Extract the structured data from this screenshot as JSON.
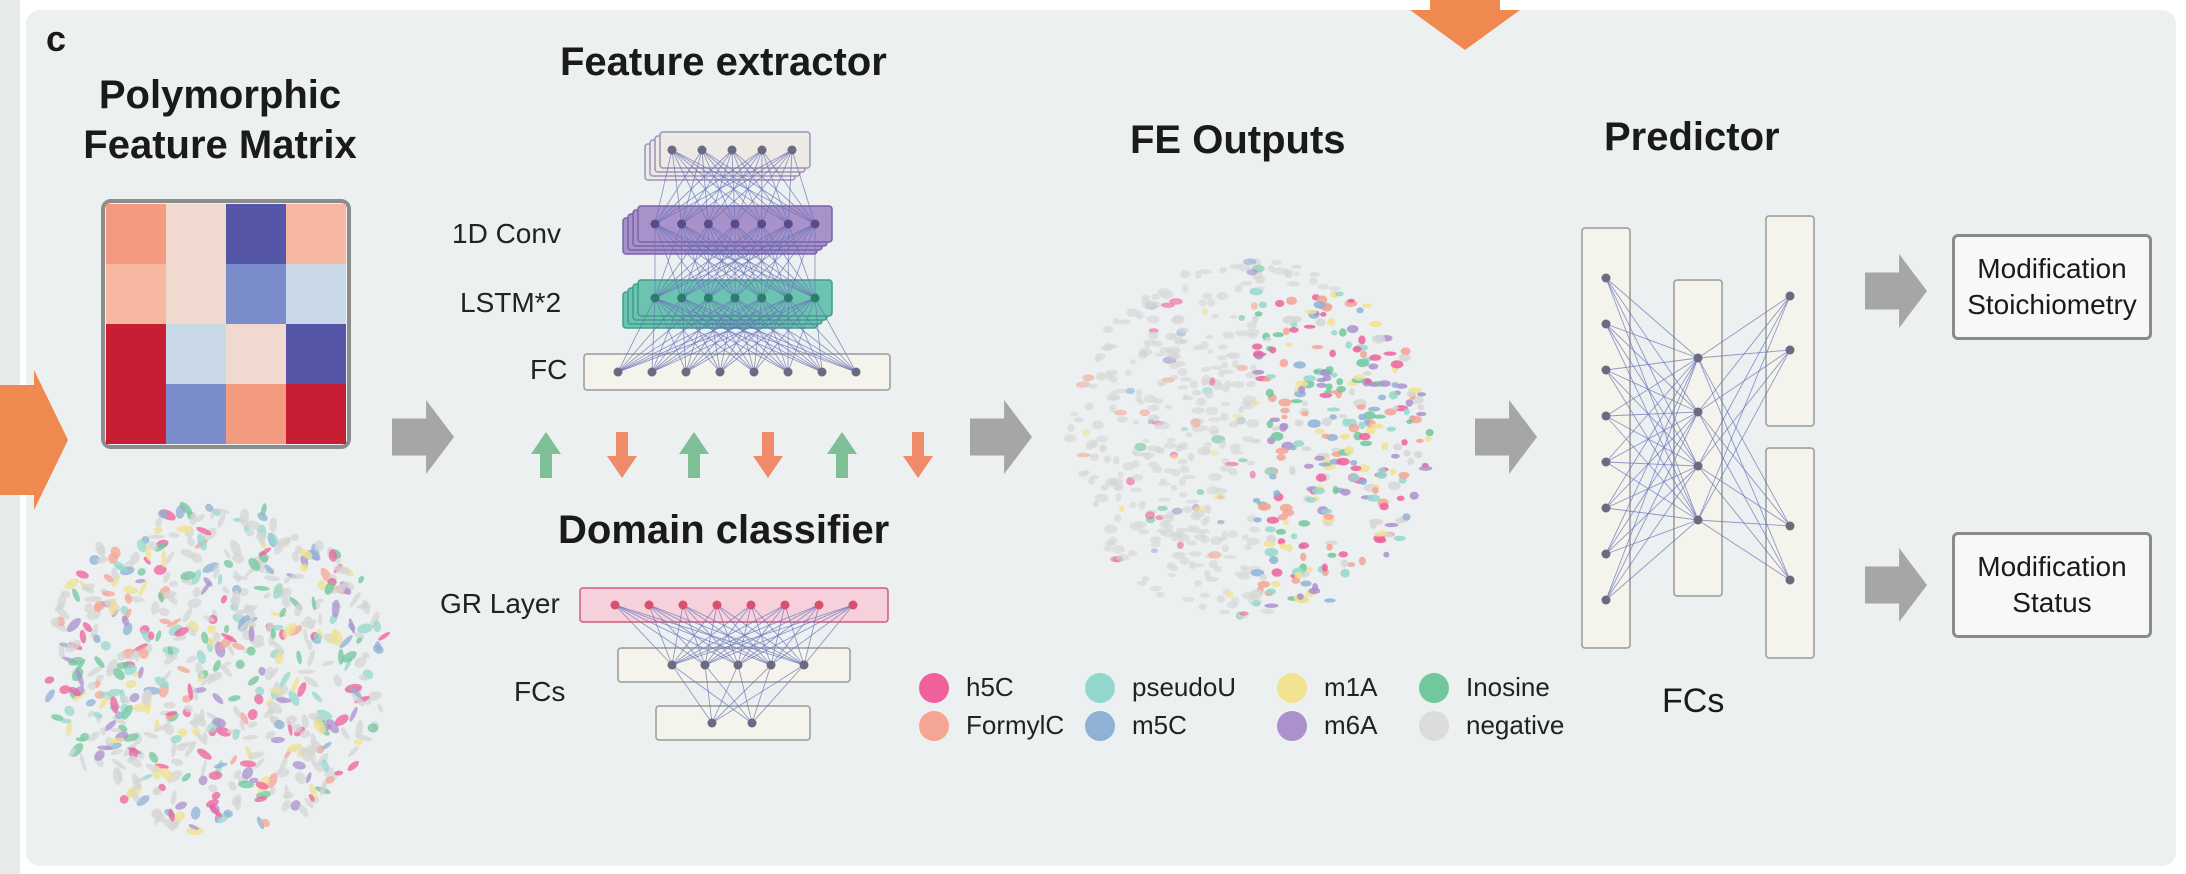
{
  "panel_label": "c",
  "titles": {
    "feature_matrix": "Polymorphic\nFeature Matrix",
    "feature_extractor": "Feature extractor",
    "domain_classifier": "Domain classifier",
    "fe_outputs": "FE Outputs",
    "predictor": "Predictor"
  },
  "layer_labels": {
    "conv": "1D Conv",
    "lstm": "LSTM*2",
    "fc": "FC",
    "gr": "GR Layer",
    "fcs_domain": "FCs",
    "fcs_predictor": "FCs"
  },
  "outputs": {
    "stoichiometry": "Modification\nStoichiometry",
    "status": "Modification\nStatus"
  },
  "legend": [
    {
      "label": "h5C",
      "color": "#f0609c"
    },
    {
      "label": "FormylC",
      "color": "#f5a594"
    },
    {
      "label": "pseudoU",
      "color": "#94d8cd"
    },
    {
      "label": "m5C",
      "color": "#8fb1d6"
    },
    {
      "label": "m1A",
      "color": "#f1e290"
    },
    {
      "label": "m6A",
      "color": "#ab90ce"
    },
    {
      "label": "Inosine",
      "color": "#72c79c"
    },
    {
      "label": "negative",
      "color": "#dcdcdc"
    }
  ],
  "heatmap_colors": [
    [
      "#f29b80",
      "#f0d9ce",
      "#5656a9",
      "#f6b8a0"
    ],
    [
      "#f6b8a0",
      "#f0d9ce",
      "#7a8cc9",
      "#c9d9e8"
    ],
    [
      "#c71e33",
      "#c9d9e8",
      "#f0d9ce",
      "#5656a9"
    ],
    [
      "#c71e33",
      "#7a8cc9",
      "#f29b80",
      "#c71e33"
    ]
  ],
  "colors": {
    "orange_arrow": "#f0894f",
    "gray_arrow": "#a6a6a6",
    "up_arrow": "#7fbf97",
    "down_arrow": "#ef8a6a",
    "conv": "#a892c9",
    "lstm": "#6cc3b1",
    "gr": "#f6d1dc",
    "box": "#f4f3ec"
  }
}
